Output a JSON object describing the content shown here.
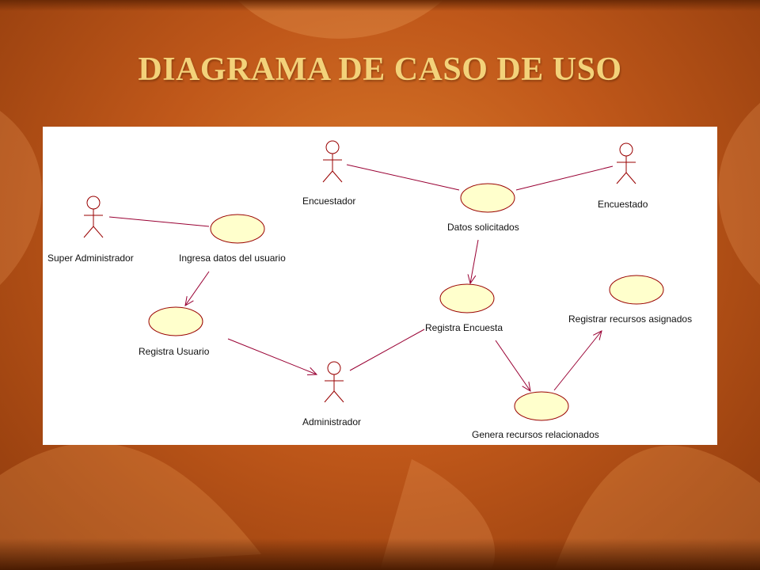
{
  "title": "DIAGRAMA DE CASO DE USO",
  "actors": [
    {
      "id": "encuestador",
      "label": "Encuestador"
    },
    {
      "id": "encuestado",
      "label": "Encuestado"
    },
    {
      "id": "super-administrador",
      "label": "Super Administrador"
    },
    {
      "id": "administrador",
      "label": "Administrador"
    }
  ],
  "use_cases": [
    {
      "id": "datos-solicitados",
      "label": "Datos solicitados"
    },
    {
      "id": "ingresa-datos-usuario",
      "label": "Ingresa datos del usuario"
    },
    {
      "id": "registra-usuario",
      "label": "Registra Usuario"
    },
    {
      "id": "registra-encuesta",
      "label": "Registra Encuesta"
    },
    {
      "id": "registrar-recursos-asignados",
      "label": "Registrar recursos asignados"
    },
    {
      "id": "genera-recursos-relacionados",
      "label": "Genera recursos relacionados"
    }
  ],
  "colors": {
    "ellipse_fill": "#ffffcc",
    "ellipse_stroke": "#990000",
    "line": "#990033",
    "actor_stroke": "#990000",
    "title": "#f3d27a"
  }
}
